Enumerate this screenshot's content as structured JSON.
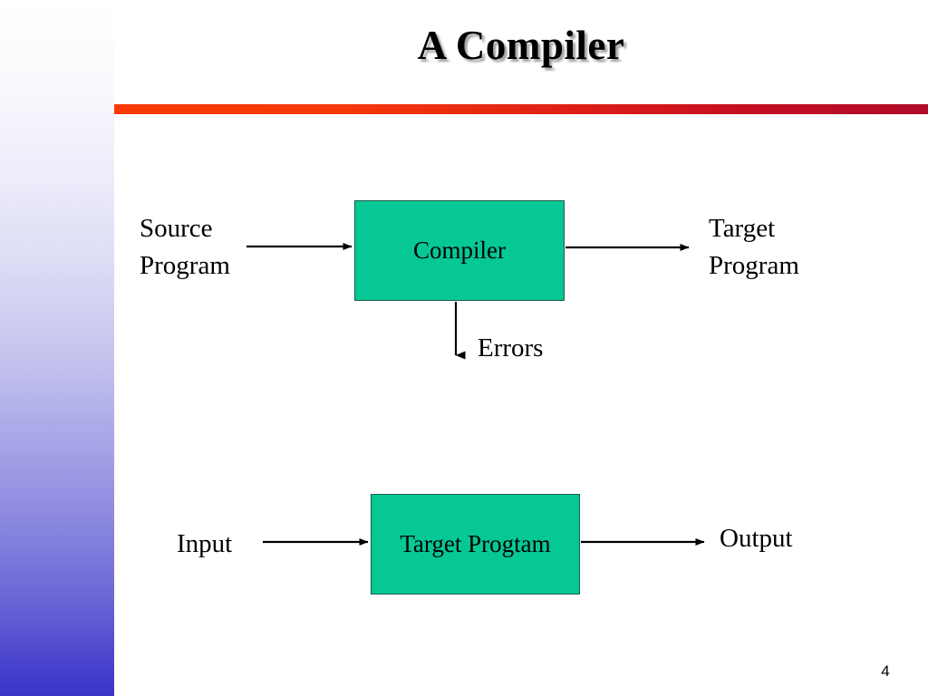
{
  "slide": {
    "title": "A Compiler",
    "number": "4",
    "accent_colors": {
      "rule_start": "#F93A05",
      "rule_end": "#B00B28",
      "box_fill": "#05C894",
      "box_border": "#1B5E4A",
      "sidebar_top": "#FFFFFF",
      "sidebar_bottom": "#3A33C8",
      "arrow": "#000000"
    }
  },
  "diagram": {
    "top_row": {
      "input_label": "Source\nProgram",
      "box_label": "Compiler",
      "output_label": "Target\nProgram",
      "error_label": "Errors"
    },
    "bottom_row": {
      "input_label": "Input",
      "box_label": "Target Progtam",
      "output_label": "Output"
    }
  }
}
